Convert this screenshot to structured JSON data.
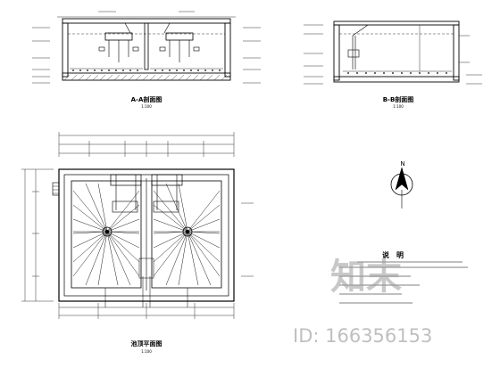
{
  "views": {
    "section_a": {
      "title": "A-A剖面图",
      "scale": "1:100"
    },
    "section_b": {
      "title": "B-B剖面图",
      "scale": "1:100"
    },
    "plan": {
      "title": "池顶平面图",
      "scale": "1:100"
    }
  },
  "notes": {
    "title": "说　明"
  },
  "compass": {
    "label": "N"
  },
  "watermark": {
    "id_text": "ID: 166356153",
    "logo_text": "知末"
  }
}
